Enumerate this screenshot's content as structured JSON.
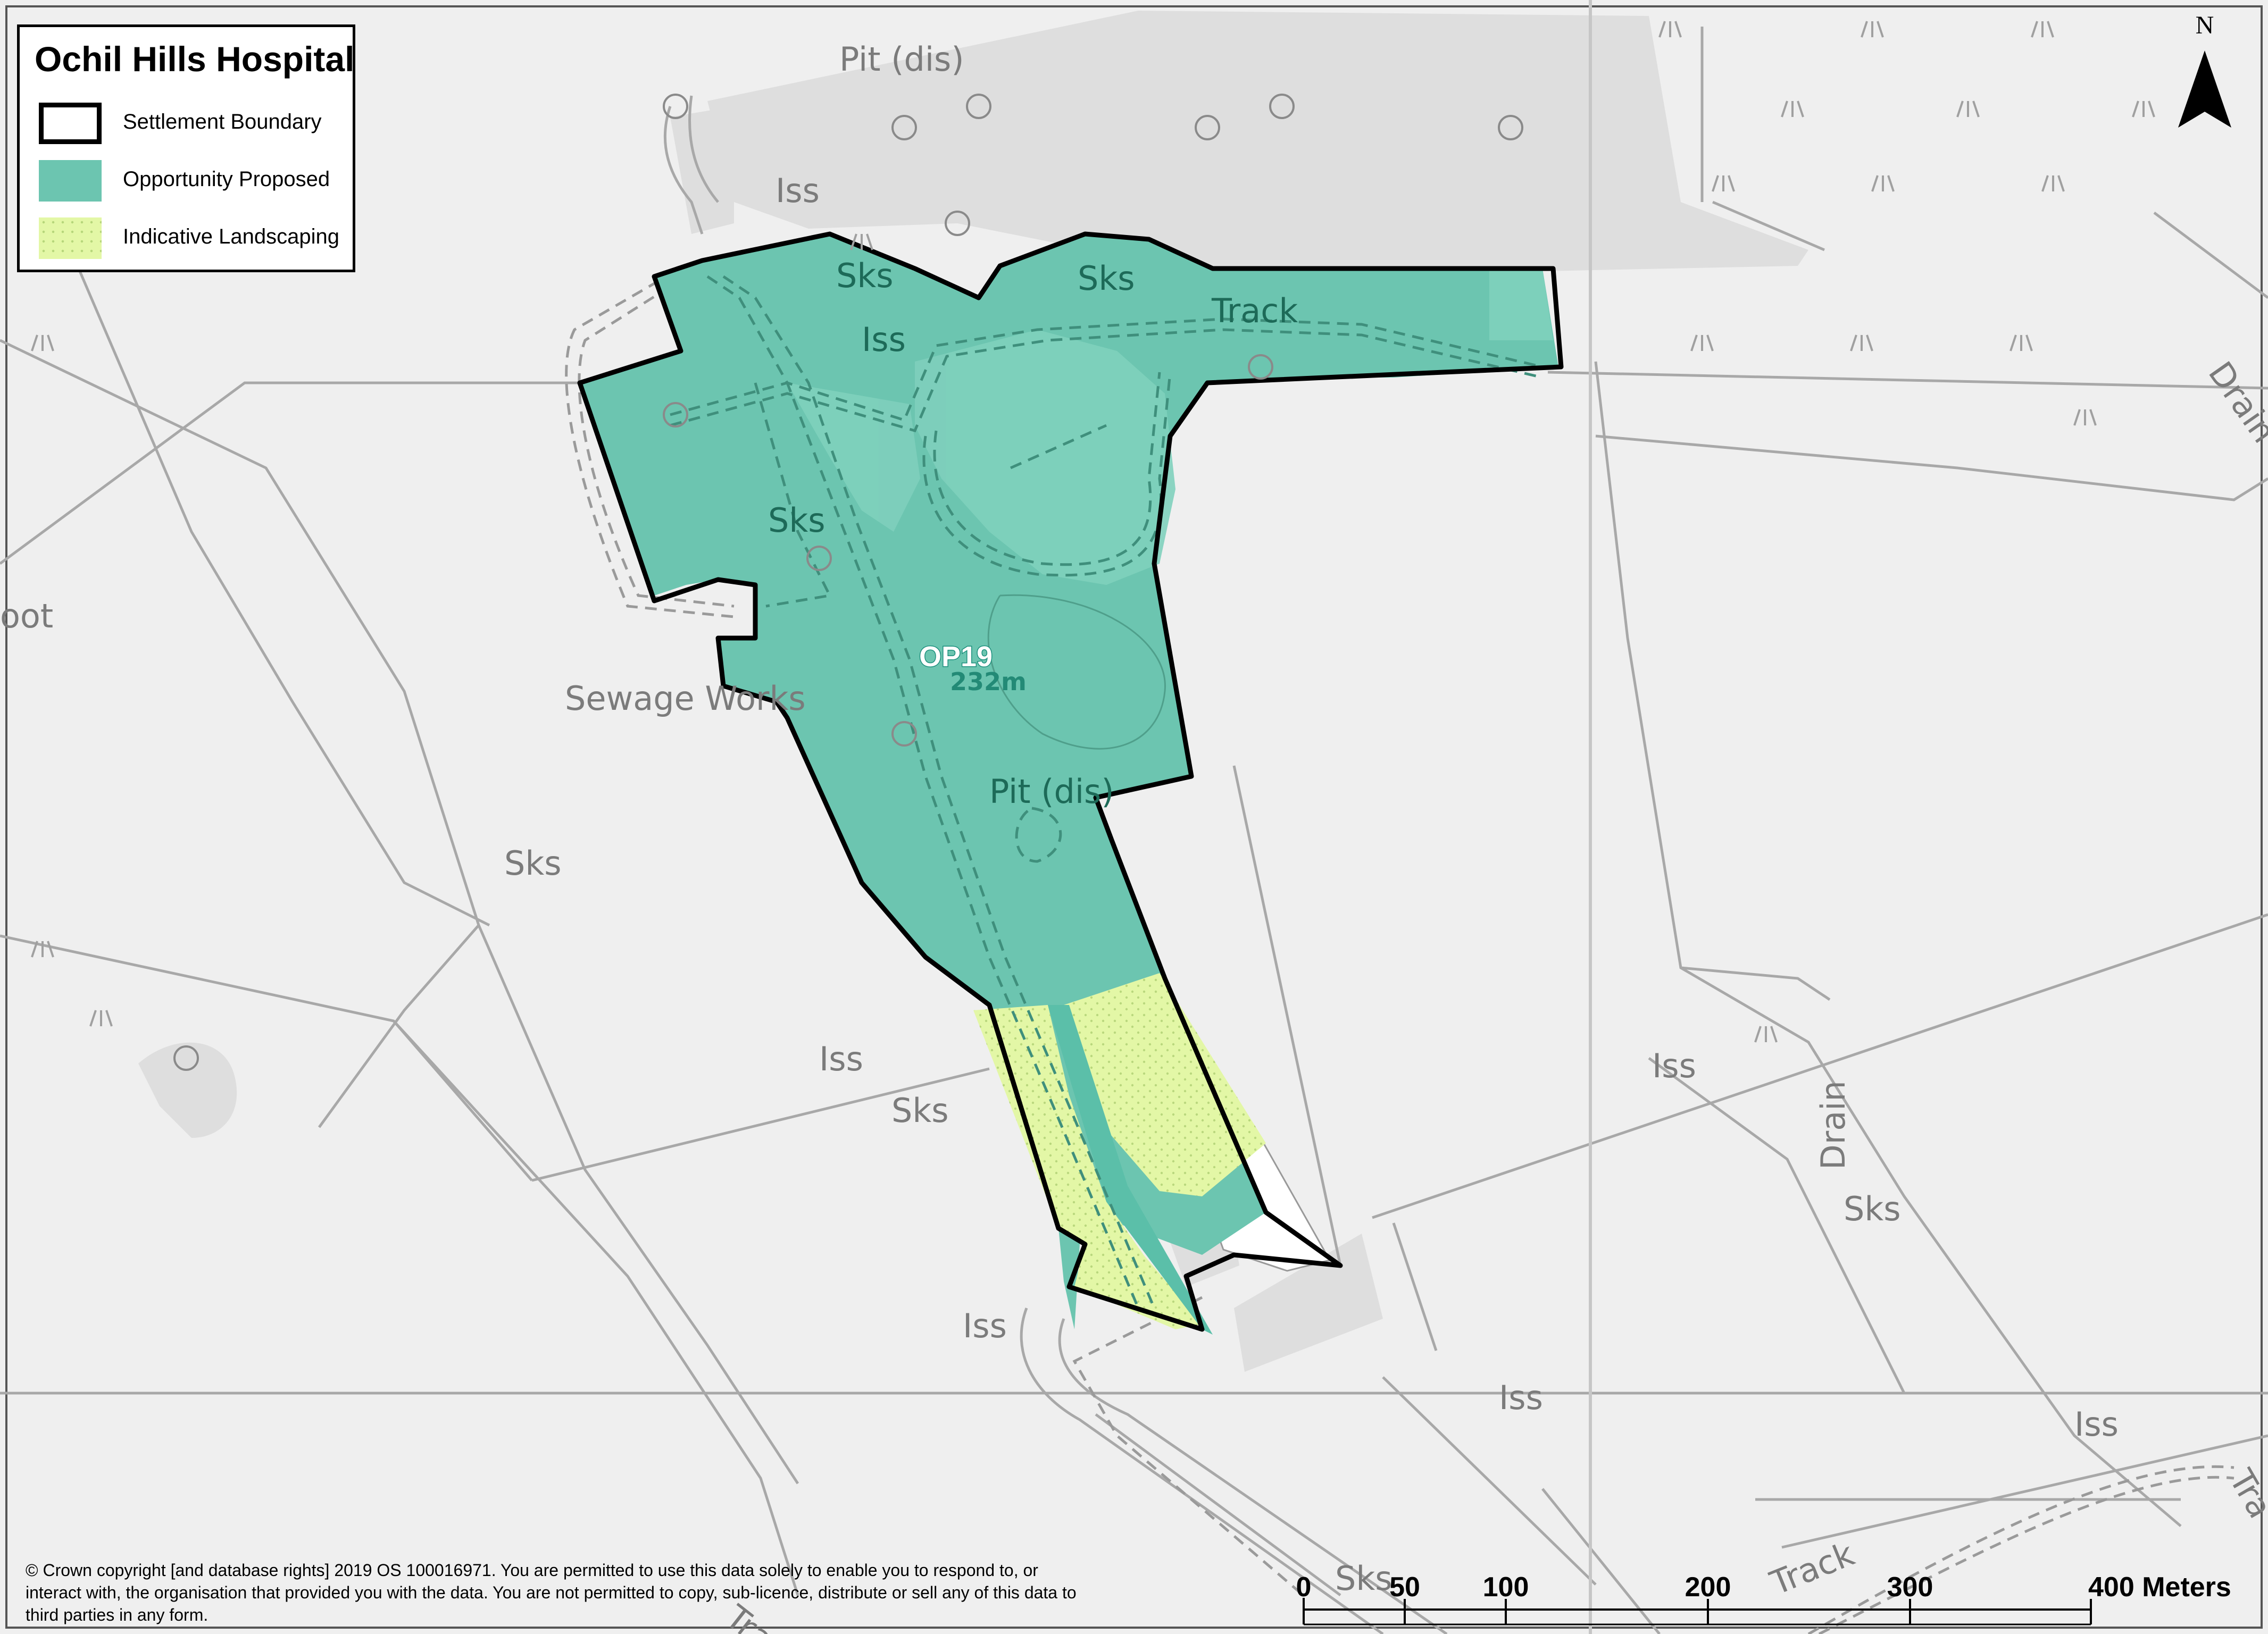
{
  "legend": {
    "title": "Ochil Hills Hospital",
    "items": [
      {
        "label": "Settlement Boundary"
      },
      {
        "label": "Opportunity Proposed"
      },
      {
        "label": "Indicative Landscaping"
      }
    ]
  },
  "site": {
    "id": "OP19",
    "elevation": "232m"
  },
  "map_labels": {
    "pit_north": "Pit (dis)",
    "pit_site": "Pit (dis)",
    "iss_1": "Iss",
    "iss_2": "Iss",
    "iss_3": "Iss",
    "iss_4": "Iss",
    "iss_5": "Iss",
    "iss_6": "Iss",
    "iss_7": "Iss",
    "sks_1": "Sks",
    "sks_2": "Sks",
    "sks_3": "Sks",
    "sks_4": "Sks",
    "sks_5": "Sks",
    "sks_6": "Sks",
    "sks_7": "Sks",
    "track_1": "Track",
    "track_2": "Track",
    "track_3": "Track",
    "track_4": "Tra",
    "drain_1": "Drain",
    "drain_2": "Drain",
    "sewage_works": "Sewage Works",
    "oot": "oot"
  },
  "north_arrow": {
    "letter": "N"
  },
  "scale_bar": {
    "labels": [
      "0",
      "50",
      "100",
      "200",
      "300",
      "400 Meters"
    ]
  },
  "copyright": "© Crown copyright [and database rights] 2019 OS 100016971. You are permitted to use this data solely to enable you to respond to, or interact with, the organisation that provided you with the data. You are not permitted to copy, sub-licence, distribute or sell any of this data to third parties in any form.",
  "colors": {
    "basemap": "#efefef",
    "woodland": "#dddddd",
    "opportunity": "#6cc5b0",
    "landscaping": "#e3f7a6",
    "boundary": "#000000"
  }
}
